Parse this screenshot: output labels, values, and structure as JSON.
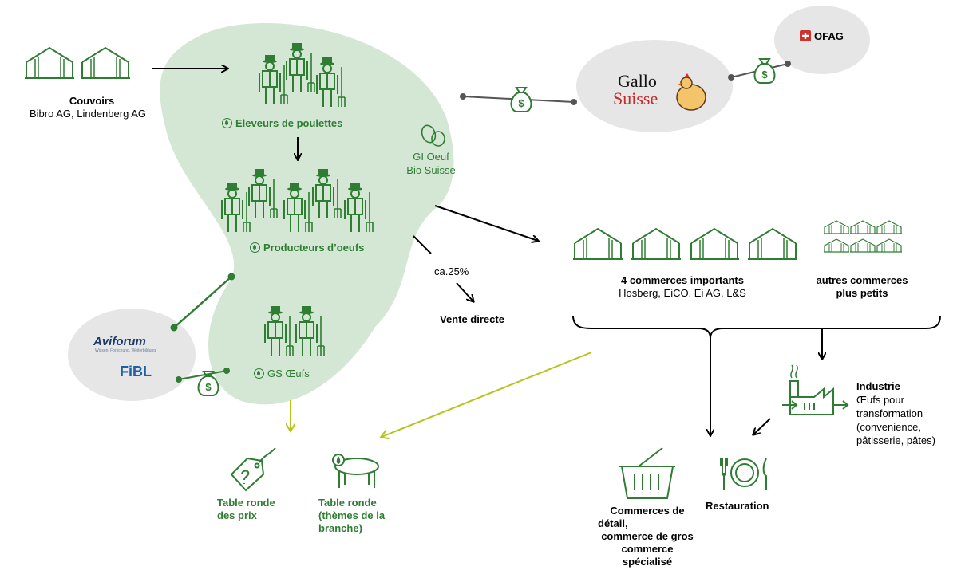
{
  "hatcheries": {
    "title": "Couvoirs",
    "companies": "Bibro AG, Lindenberg AG"
  },
  "pullet_breeders": {
    "label": "Eleveurs de poulettes"
  },
  "egg_producers": {
    "label": "Producteurs d’oeufs"
  },
  "gs_eggs": {
    "label": "GS Œufs"
  },
  "gi_egg": {
    "line1": "GI Oeuf",
    "line2": "Bio Suisse"
  },
  "ofag": {
    "label": "OFAG"
  },
  "gallosuisse": {
    "line1": "Gallo",
    "line2": "Suisse"
  },
  "aviforum": {
    "name": "Aviforum",
    "tagline": "Wissen, Forschung, Weiterbildung"
  },
  "fibl": {
    "name": "FiBL"
  },
  "direct_sales": {
    "share": "ca.25%",
    "label": "Vente directe"
  },
  "major_retailers": {
    "title": "4 commerces importants",
    "names": "Hosberg, EiCO, Ei AG, L&S"
  },
  "small_retailers": {
    "line1": "autres commerces",
    "line2": "plus petits"
  },
  "industry": {
    "title": "Industrie",
    "line1": "Œufs pour",
    "line2": "transformation",
    "line3": "(convenience,",
    "line4": "pâtisserie, pâtes)"
  },
  "retail": {
    "line1": "Commerces de",
    "line2": "détail,",
    "line3": "commerce de gros",
    "line4": "commerce",
    "line5": "spécialisé"
  },
  "restaurant": {
    "label": "Restauration"
  },
  "price_table": {
    "line1": "Table ronde",
    "line2": "des prix"
  },
  "branch_table": {
    "line1": "Table ronde",
    "line2": "(thèmes de la",
    "line3": "branche)"
  },
  "money_symbol": "$",
  "colors": {
    "green": "#2e7d32",
    "blob": "#d4e6d4",
    "grey": "#e6e6e6",
    "olive": "#b7c21a",
    "red": "#d32f2f"
  }
}
